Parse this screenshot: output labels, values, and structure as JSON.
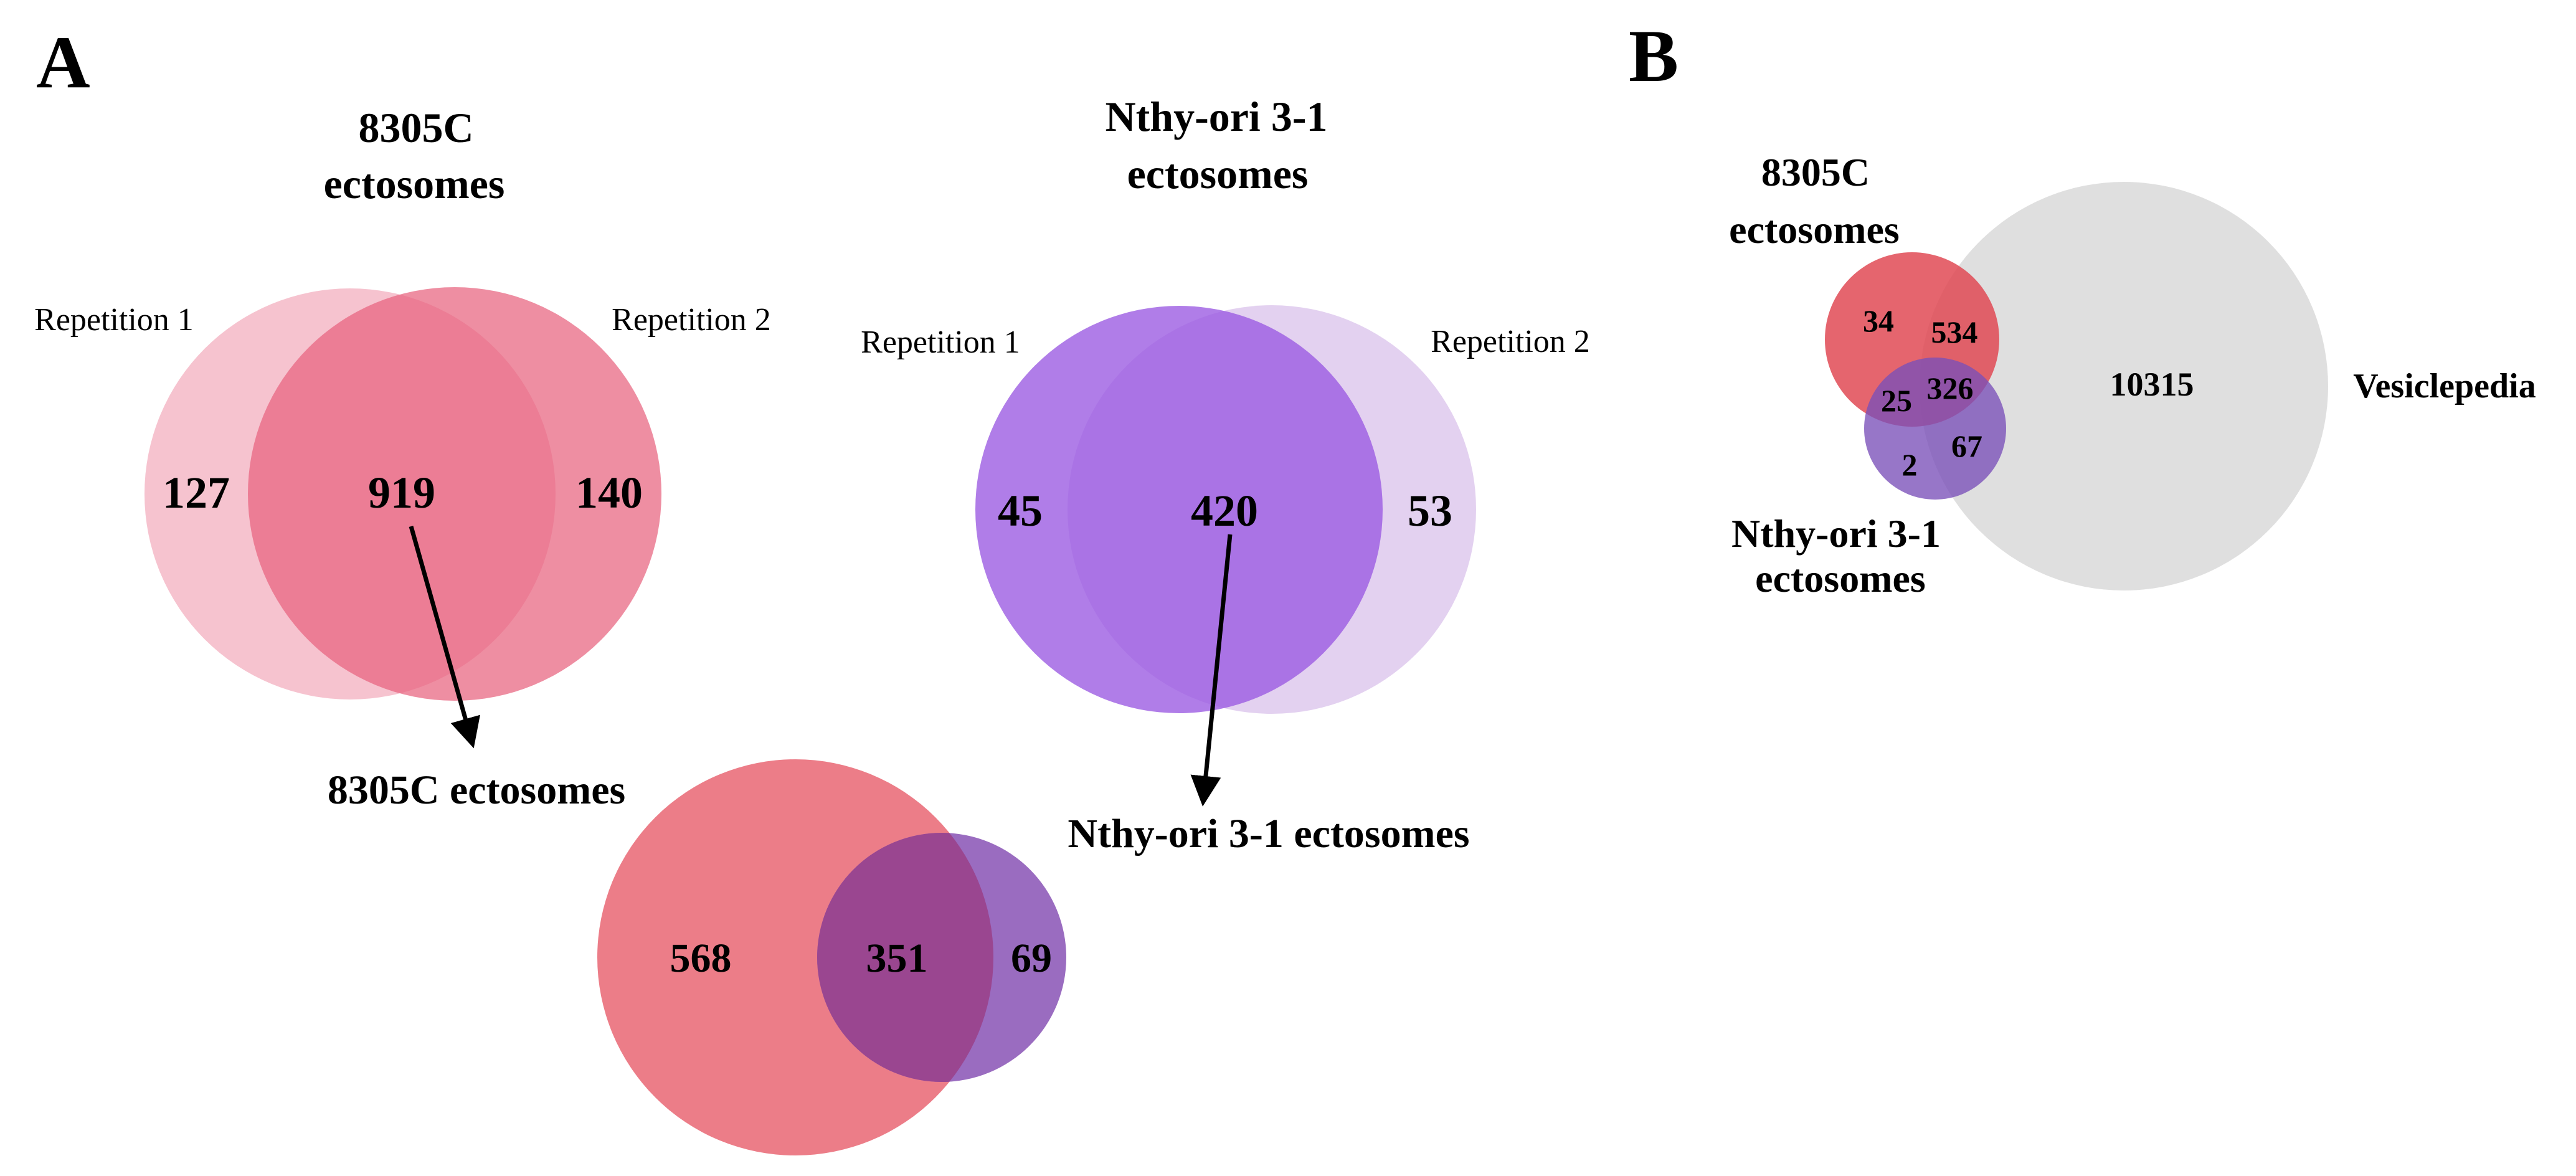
{
  "panel_a": {
    "label": "A",
    "venn_8305c": {
      "title_line1": "8305C",
      "title_line2": "ectosomes",
      "left_label": "Repetition 1",
      "right_label": "Repetition 2",
      "left_only": "127",
      "overlap": "919",
      "right_only": "140",
      "colors": {
        "left": "#f4b8c7",
        "right": "#e8627e"
      }
    },
    "venn_nthy": {
      "title_line1": "Nthy-ori 3-1",
      "title_line2": "ectosomes",
      "left_label": "Repetition 1",
      "right_label": "Repetition 2",
      "left_only": "45",
      "overlap": "420",
      "right_only": "53",
      "colors": {
        "left": "#9a58e2",
        "right": "#dcc6ec"
      }
    },
    "venn_compare": {
      "left_label": "8305C ectosomes",
      "right_label": "Nthy-ori 3-1 ectosomes",
      "left_only": "568",
      "overlap": "351",
      "right_only": "69",
      "colors": {
        "left": "#ec7d88",
        "right": "#9a6cc0",
        "overlap": "#9a4690"
      }
    }
  },
  "panel_b": {
    "label": "B",
    "red_label_line1": "8305C",
    "red_label_line2": "ectosomes",
    "purple_label_line1": "Nthy-ori 3-1",
    "purple_label_line2": "ectosomes",
    "grey_label": "Vesiclepedia",
    "red_only": "34",
    "red_grey": "534",
    "red_purple": "25",
    "all_three": "326",
    "purple_only": "2",
    "purple_grey": "67",
    "grey_only": "10315",
    "colors": {
      "red": "#e04a55",
      "purple": "#7a4fb8",
      "grey": "#d9d9d9"
    }
  }
}
